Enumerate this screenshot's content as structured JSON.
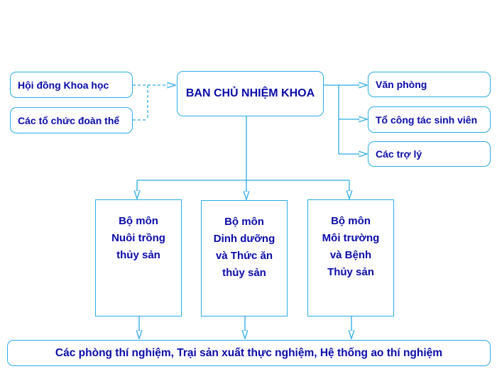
{
  "left_units": [
    "Hội đồng Khoa học",
    "Các tổ chức đoàn thể"
  ],
  "head": "BAN CHỦ NHIỆM KHOA",
  "right_units": [
    "Văn phòng",
    "Tổ công tác sinh viên",
    "Các trợ lý"
  ],
  "departments": [
    "Bộ môn\nNuôi trồng\nthủy sản",
    "Bộ môn\nDinh dưỡng\nvà Thức ăn\nthủy sản",
    "Bộ môn\nMôi trường\nvà Bệnh\nThủy sản"
  ],
  "bottom": "Các phòng thí nghiệm, Trại sản xuất thực nghiệm, Hệ thống ao thí nghiệm",
  "colors": {
    "line": "#29abe2",
    "text": "#0a0aa8"
  }
}
